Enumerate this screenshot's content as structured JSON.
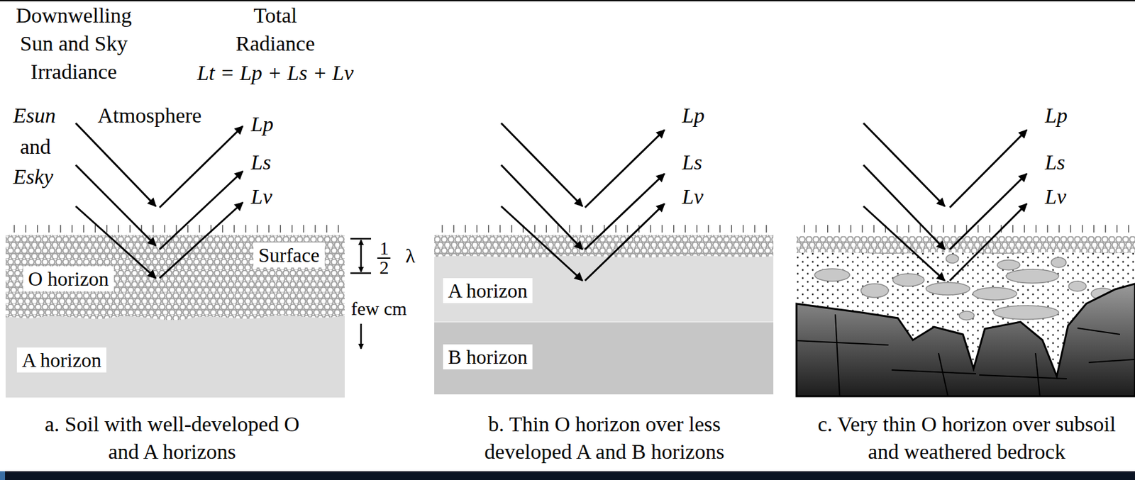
{
  "diagram": {
    "nodes": [
      {
        "text": [
          "O horizon"
        ]
      },
      {
        "text": [
          "Surface"
        ]
      },
      {
        "text": [
          "A horizon"
        ]
      },
      {
        "text": [
          "A horizon"
        ]
      },
      {
        "text": [
          "B horizon"
        ]
      }
    ],
    "labels": [
      "Downwelling Sun and Sky Irradiance",
      "Total Radiance",
      "Lt = Lp + Ls + Lv",
      "Esun",
      "and",
      "Esky",
      "Atmosphere",
      "Lp",
      "Ls",
      "Lv",
      "1",
      "2",
      "λ",
      "few cm",
      "Lp",
      "Ls",
      "Lv",
      "Lp",
      "Ls",
      "Lv",
      "a. Soil with well-developed O and A horizons",
      "b. Thin O horizon over less developed A and B horizons",
      "c. Very thin O horizon over subsoil and weathered bedrock"
    ]
  }
}
